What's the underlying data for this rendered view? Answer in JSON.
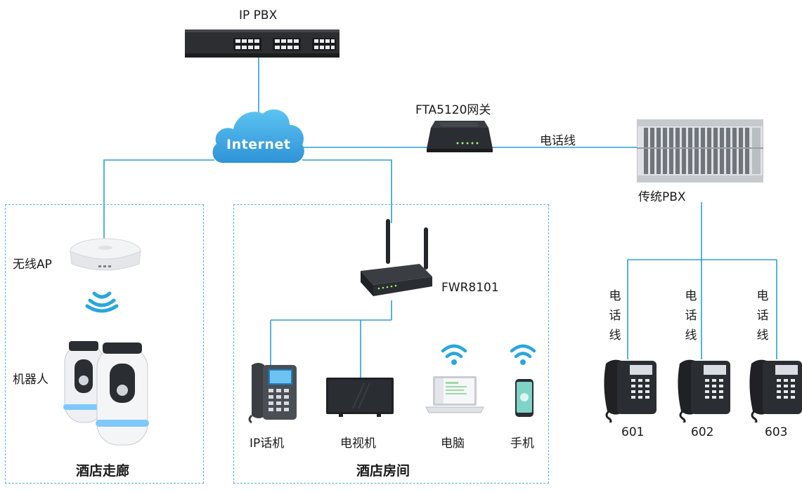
{
  "labels": {
    "ip_pbx": "IP PBX",
    "internet": "Internet",
    "fta": "FTA5120网关",
    "phone_line_top": "电话线",
    "legacy_pbx": "传统PBX",
    "wireless_ap": "无线AP",
    "robot": "机器人",
    "fwr": "FWR8101",
    "ip_phone": "IP话机",
    "tv": "电视机",
    "computer": "电脑",
    "mobile": "手机",
    "corridor": "酒店走廊",
    "room": "酒店房间",
    "ext_601": "601",
    "ext_602": "602",
    "ext_603": "603"
  },
  "phone_line_vertical": [
    "电",
    "话",
    "线"
  ],
  "colors": {
    "wire": "#2b9fd2",
    "zone_border": "#5ab4da",
    "cloud": "#3fa9e6",
    "wifi": "#2aa6dc",
    "device_dark": "#2a2d31"
  }
}
